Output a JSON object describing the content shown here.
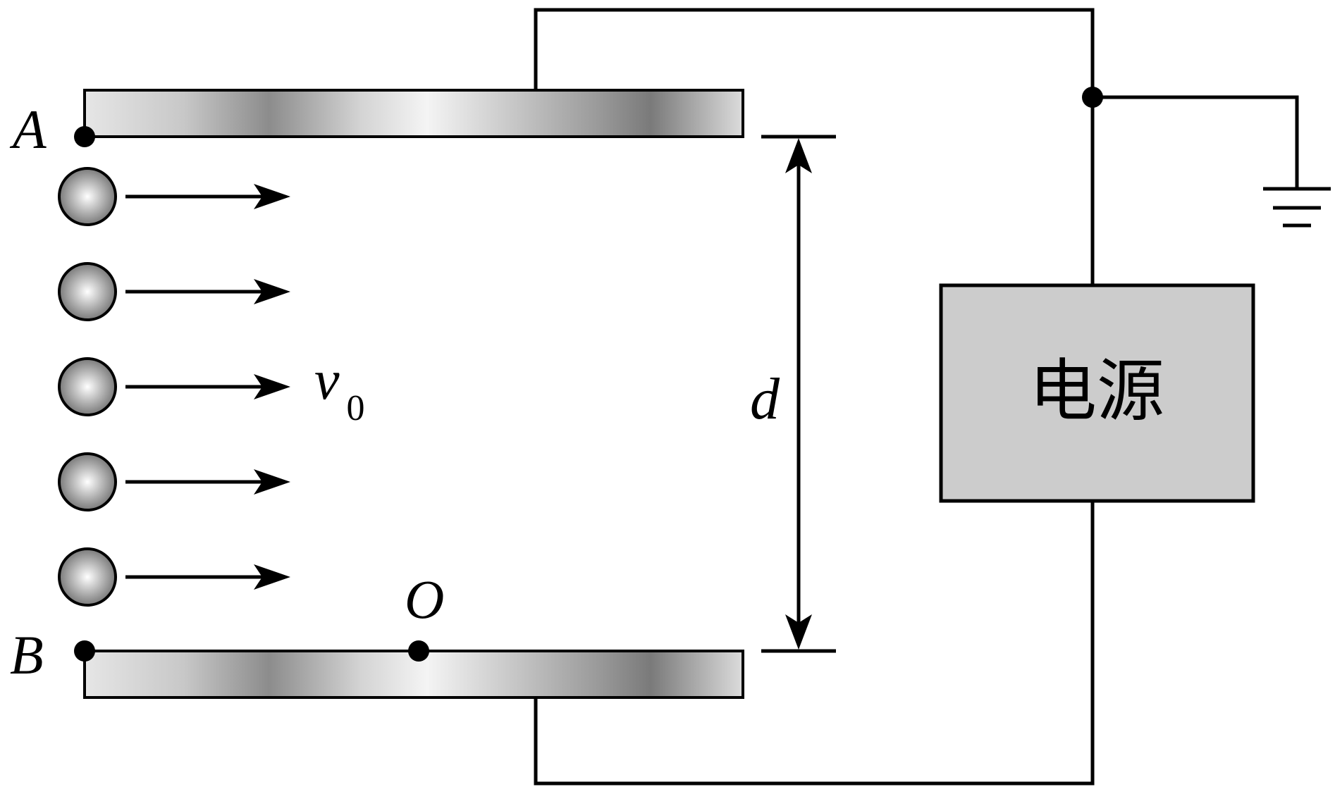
{
  "labels": {
    "plate_top": "A",
    "plate_bottom": "B",
    "point_o": "O",
    "velocity_symbol": "v",
    "velocity_subscript": "0",
    "separation": "d",
    "power_source": "电源"
  },
  "particles": {
    "count": 5
  },
  "colors": {
    "line": "#000000",
    "power_box_fill": "#cccccc",
    "plate_dark": "#8a8a8a",
    "plate_light": "#f2f2f2",
    "background": "#ffffff"
  }
}
